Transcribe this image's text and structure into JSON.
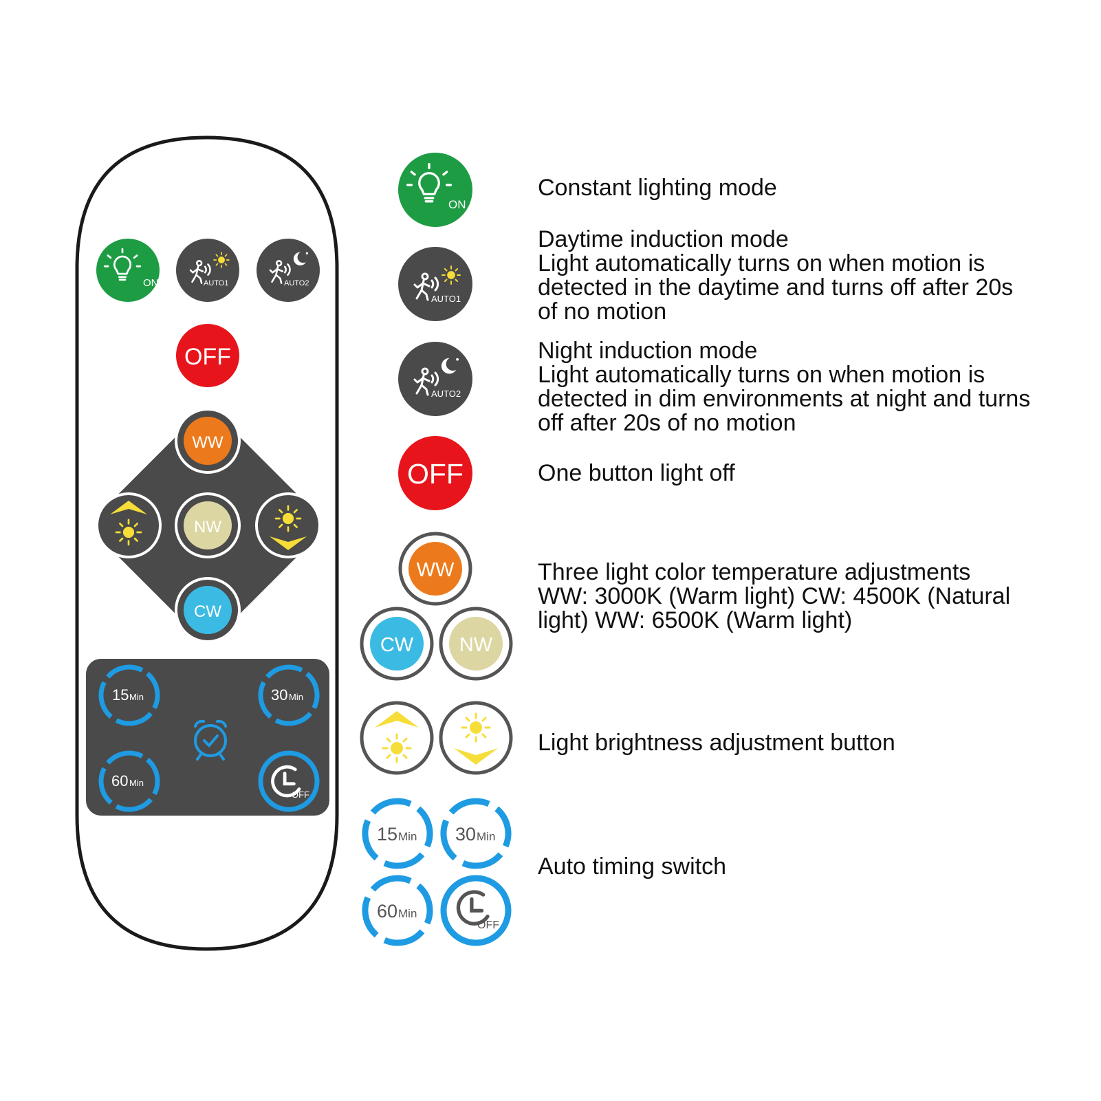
{
  "colors": {
    "remote_outline": "#1a1a1a",
    "panel": "#4a4a4a",
    "on_green": "#1e9c44",
    "auto_gray": "#4a4a4a",
    "off_red": "#e8141b",
    "ww_orange": "#ec7a1c",
    "nw_cream": "#dcd6a3",
    "cw_blue": "#3bbbe3",
    "timer_blue": "#1e9be2",
    "sun_yellow": "#f6dd38"
  },
  "buttons": {
    "on_label": "ON",
    "auto1_label": "AUTO1",
    "auto2_label": "AUTO2",
    "off_label": "OFF",
    "ww_label": "WW",
    "nw_label": "NW",
    "cw_label": "CW",
    "t15_num": "15",
    "t30_num": "30",
    "t60_num": "60",
    "min_unit": "Min",
    "timer_off_label": "OFF"
  },
  "descriptions": {
    "constant": {
      "title": "Constant lighting mode"
    },
    "daytime": {
      "title": "Daytime induction mode",
      "lines": [
        "Light automatically turns on when motion is",
        "detected in the daytime and turns off after 20s",
        "of no motion"
      ]
    },
    "night": {
      "title": "Night induction mode",
      "lines": [
        "Light automatically turns on when motion is",
        "detected in dim environments at night and turns",
        "off after 20s of no motion"
      ]
    },
    "off": {
      "title": "One button light off"
    },
    "color": {
      "title": "Three light color temperature adjustments",
      "lines": [
        "WW: 3000K (Warm light) CW: 4500K (Natural",
        "light) WW: 6500K (Warm light)"
      ]
    },
    "brightness": {
      "title": "Light brightness adjustment button"
    },
    "timing": {
      "title": "Auto timing switch"
    }
  }
}
